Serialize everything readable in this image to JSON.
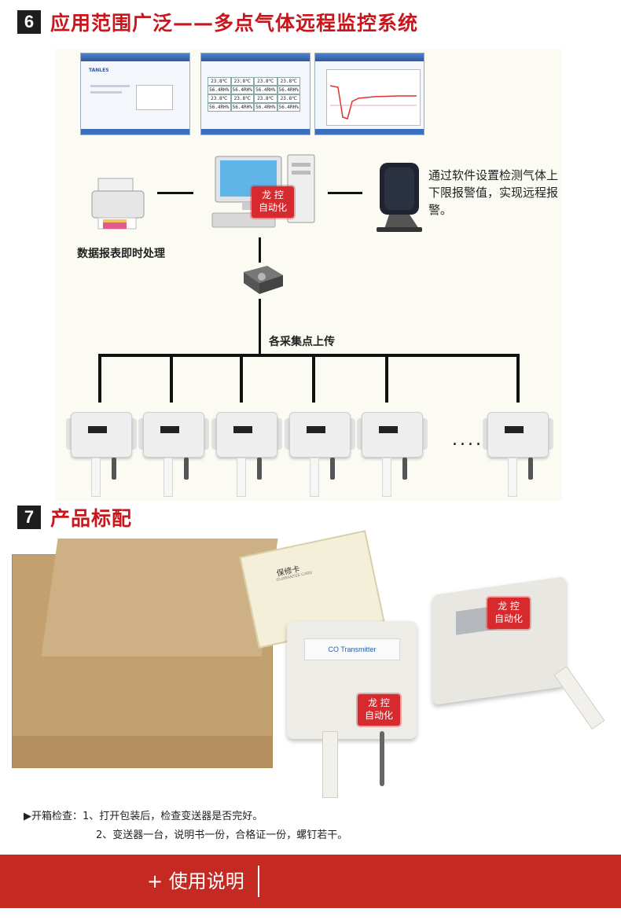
{
  "section6": {
    "number": "6",
    "title": "应用范围广泛——多点气体远程监控系统"
  },
  "screens": {
    "login_logo": "TANLES",
    "table_rows": [
      [
        "23.8℃",
        "23.8℃",
        "23.8℃",
        "23.8℃"
      ],
      [
        "56.4RH%",
        "56.4RH%",
        "56.4RH%",
        "56.4RH%"
      ],
      [
        "23.8℃",
        "23.8℃",
        "23.8℃",
        "23.8℃"
      ],
      [
        "56.4RH%",
        "56.4RH%",
        "56.4RH%",
        "56.4RH%"
      ]
    ]
  },
  "diagram": {
    "printer_caption": "数据报表即时处理",
    "alarm_note": "通过软件设置检测气体上下限报警值，实现远程报警。",
    "bus_caption": "各采集点上传",
    "more_dots": "....."
  },
  "stamp": {
    "line1": "龙 控",
    "line2": "自动化"
  },
  "section7": {
    "number": "7",
    "title": "产品标配"
  },
  "product": {
    "card_title": "保修卡",
    "card_subtitle": "GUARANTEE CARD",
    "transmitter_label": "CO Transmitter"
  },
  "checklist": {
    "marker": "▶",
    "line1": "开箱检查：1、打开包装后，检查变送器是否完好。",
    "line2": "2、变送器一台，说明书一份，合格证一份，螺钉若干。"
  },
  "footer": {
    "label": "+ 使用说明"
  }
}
